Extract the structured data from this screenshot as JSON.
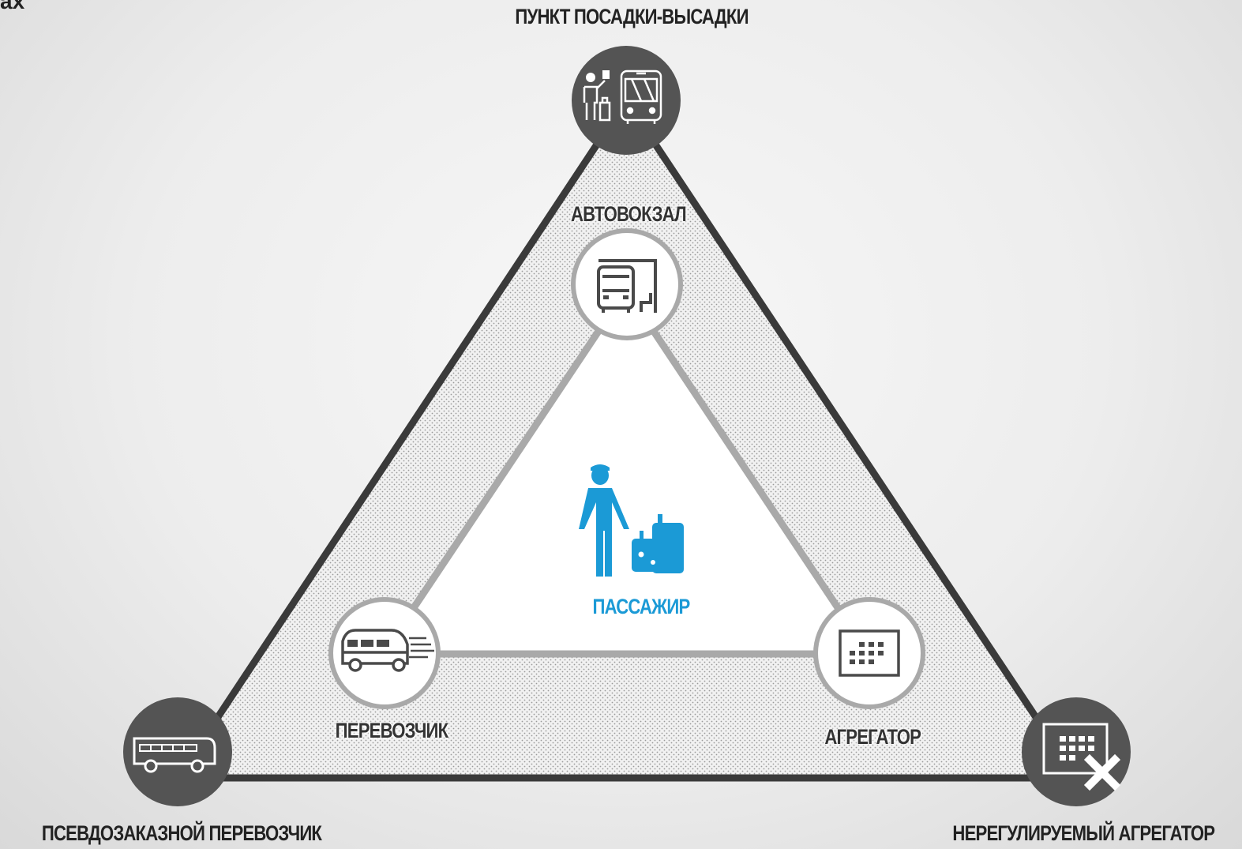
{
  "corner_mark": "ах",
  "nodes": {
    "outer_top": {
      "label": "ПУНКТ ПОСАДКИ-ВЫСАДКИ",
      "icon": "passenger-with-bus-icon"
    },
    "outer_left": {
      "label": "ПСЕВДОЗАКАЗНОЙ ПЕРЕВОЗЧИК",
      "icon": "bus-icon"
    },
    "outer_right": {
      "label": "НЕРЕГУЛИРУЕМЫЙ АГРЕГАТОР",
      "icon": "calendar-cross-icon"
    },
    "inner_top": {
      "label": "АВТОВОКЗАЛ",
      "icon": "bus-station-icon"
    },
    "inner_left": {
      "label": "ПЕРЕВОЗЧИК",
      "icon": "moving-bus-icon"
    },
    "inner_right": {
      "label": "АГРЕГАТОР",
      "icon": "calendar-icon"
    },
    "center": {
      "label": "ПАССАЖИР",
      "icon": "passenger-luggage-icon"
    }
  },
  "colors": {
    "outer_node": "#545454",
    "outer_edge": "#3a3a3a",
    "inner_edge": "#a9a9a9",
    "center": "#1b9ad6",
    "text": "#222222"
  }
}
